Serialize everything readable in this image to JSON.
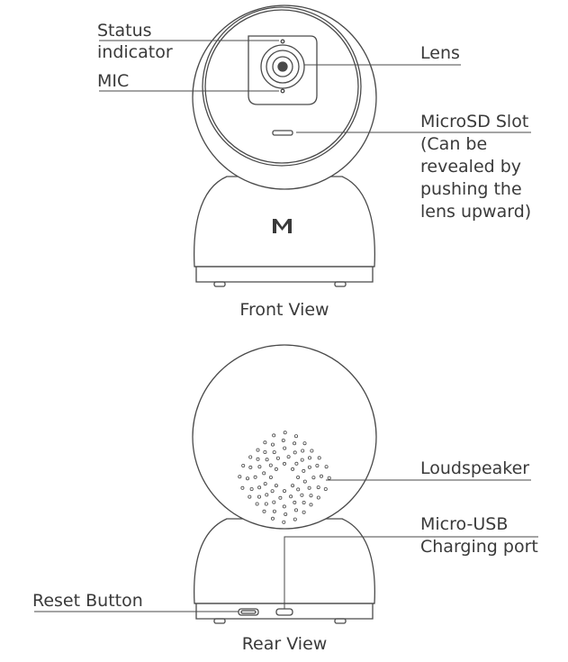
{
  "front_view": {
    "caption": "Front View",
    "labels": {
      "status_line1": "Status",
      "status_line2": "indicator",
      "mic": "MIC",
      "lens": "Lens",
      "microsd_line1": "MicroSD Slot",
      "microsd_line2": "(Can be",
      "microsd_line3": "revealed by",
      "microsd_line4": "pushing the",
      "microsd_line5": "lens upward)"
    },
    "logo_letter": "M"
  },
  "rear_view": {
    "caption": "Rear View",
    "labels": {
      "loudspeaker": "Loudspeaker",
      "usb_line1": "Micro-USB",
      "usb_line2": "Charging port",
      "reset": "Reset Button"
    }
  }
}
